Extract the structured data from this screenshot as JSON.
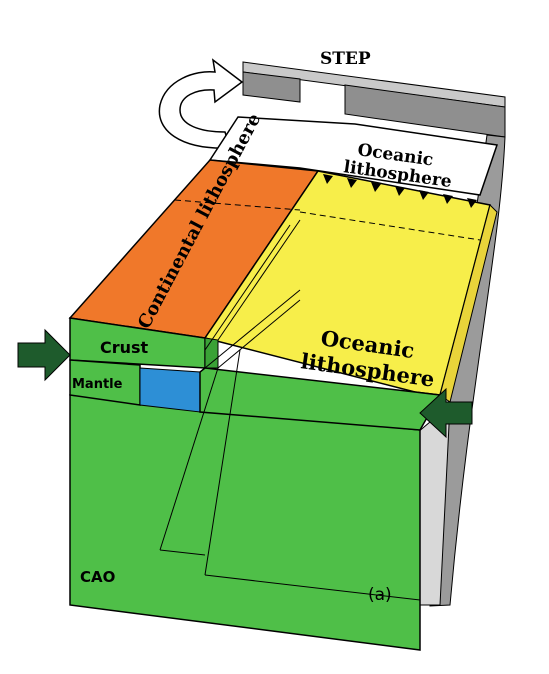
{
  "labels": {
    "step": "STEP",
    "continental_lithosphere": "Continental lithosphere",
    "oceanic_lithosphere_top_line1": "Oceanic",
    "oceanic_lithosphere_top_line2": "lithosphere",
    "oceanic_lithosphere_main_line1": "Oceanic",
    "oceanic_lithosphere_main_line2": "lithosphere",
    "crust": "Crust",
    "mantle": "Mantle",
    "cao": "CAO",
    "panel": "(a)"
  },
  "colors": {
    "green": "#4fbf48",
    "green_dark": "#3aa236",
    "orange": "#f0782a",
    "orange_dark": "#c95f1c",
    "yellow": "#f7ee4a",
    "blue": "#2d8fd6",
    "grey": "#a8a8a8",
    "grey_dark": "#7d7d7d",
    "arrow": "#1e5b2c"
  }
}
